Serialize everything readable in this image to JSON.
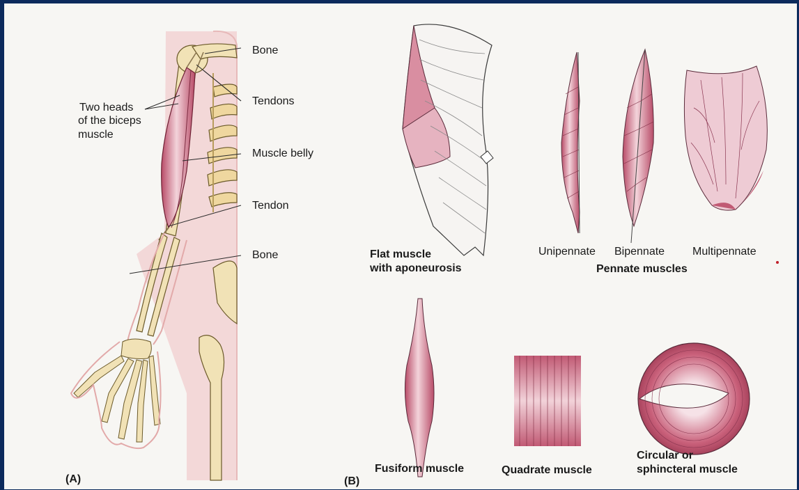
{
  "panel_a": {
    "label": "(A)",
    "callouts": {
      "bone_top": "Bone",
      "tendons": "Tendons",
      "two_heads_line1": "Two heads",
      "two_heads_line2": "of the biceps",
      "two_heads_line3": "muscle",
      "muscle_belly": "Muscle belly",
      "tendon": "Tendon",
      "bone_bottom": "Bone"
    }
  },
  "panel_b": {
    "label": "(B)",
    "flat_line1": "Flat muscle",
    "flat_line2": "with aponeurosis",
    "unipennate": "Unipennate",
    "bipennate": "Bipennate",
    "multipennate": "Multipennate",
    "pennate_group": "Pennate muscles",
    "fusiform": "Fusiform muscle",
    "quadrate": "Quadrate muscle",
    "circular_line1": "Circular or",
    "circular_line2": "sphincteral muscle"
  },
  "colors": {
    "background_border": "#0c2a5c",
    "plate": "#f7f6f3",
    "muscle": "#c9607a",
    "muscle_light": "#f1c9d2",
    "bone": "#f3e3b5",
    "skin": "#f2d6d6"
  }
}
